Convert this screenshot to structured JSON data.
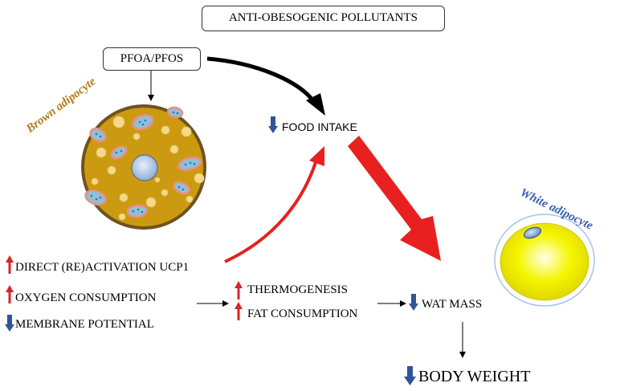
{
  "title": "ANTI-OBESOGENIC POLLUTANTS",
  "source": "PFOA/PFOS",
  "brown_label": "Brown adipocyte",
  "white_label": "White adipocyte",
  "food_intake": "FOOD INTAKE",
  "effects": [
    {
      "text": "DIRECT (RE)ACTIVATION UCP1",
      "direction": "up"
    },
    {
      "text": "OXYGEN CONSUMPTION",
      "direction": "up"
    },
    {
      "text": "MEMBRANE POTENTIAL",
      "direction": "down"
    }
  ],
  "outcomes": [
    {
      "text": "THERMOGENESIS",
      "direction": "up"
    },
    {
      "text": "FAT CONSUMPTION",
      "direction": "up"
    }
  ],
  "wat_mass": "WAT MASS",
  "body_weight": "BODY WEIGHT",
  "colors": {
    "up_arrow": "#d9242a",
    "down_arrow": "#2f5597",
    "red_arrow": "#e8201f",
    "brown_cell": "#cc9a10",
    "brown_cell_border": "#6e5320",
    "brown_label": "#b07a1a",
    "white_label": "#3a5fb0",
    "white_cell": "#f2f200",
    "nucleus": "#a9c4e4"
  },
  "icons": {
    "up": "up-arrow-icon",
    "down": "down-arrow-icon"
  }
}
